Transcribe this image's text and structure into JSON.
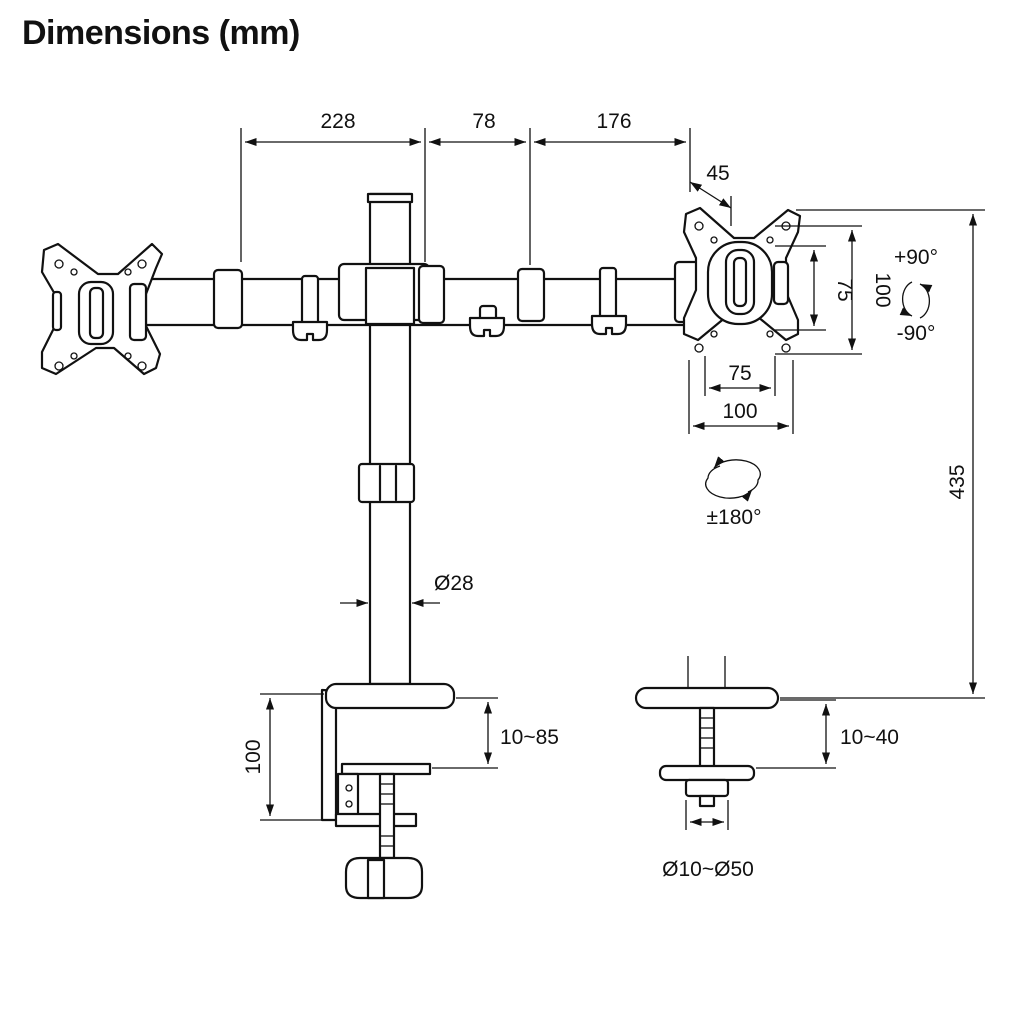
{
  "title": "Dimensions (mm)",
  "dimensions": {
    "arm_seg_1": "228",
    "arm_seg_2": "78",
    "arm_seg_3": "176",
    "tilt_offset": "45",
    "vesa_h_75": "75",
    "vesa_h_100": "100",
    "vesa_w_75": "75",
    "vesa_w_100": "100",
    "height": "435",
    "pole_diameter": "Ø28",
    "clamp_range": "10~85",
    "clamp_height": "100",
    "grommet_range": "10~40",
    "grommet_hole": "Ø10~Ø50"
  },
  "rotation": {
    "tilt_up": "+90°",
    "tilt_down": "-90°",
    "swivel": "±180°"
  }
}
